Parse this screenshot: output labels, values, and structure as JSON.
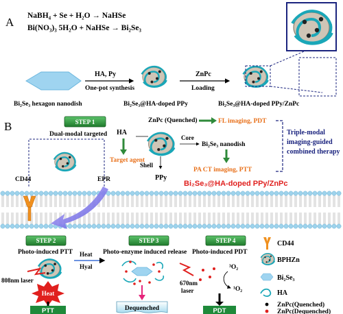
{
  "panel_a": {
    "label": "A",
    "eq1": "NaBH₄ + Se + H₂O → NaHSe",
    "eq2": "Bi(NO₃)₃ 5H₂O + NaHSe → Bi₂Se₃",
    "arrow1_top": "HA,  Py",
    "arrow1_bottom": "One-pot synthesis",
    "arrow2_top": "ZnPc",
    "arrow2_bottom": "Loading",
    "cap1": "Bi₂Se₃ hexagon nanodish",
    "cap2": "Bi₂Se₃@HA-doped PPy",
    "cap3": "Bi₂Se₃@HA-doped PPy/ZnPc"
  },
  "panel_b": {
    "label": "B",
    "step1": "STEP 1",
    "dual_modal": "Dual-modal targeted",
    "cd44": "CD44",
    "epr": "EPR",
    "zn_quenched": "ZnPc (Quenched)",
    "fl_imaging": "FL imaging, PDT",
    "ha": "HA",
    "core": "Core",
    "nanodish": "Bi₂Se₃ nanodish",
    "target_agent": "Target agent",
    "pact": "PA CT imaging, PTT",
    "shell": "Shell",
    "ppy": "PPy",
    "triple1": "Triple-modal",
    "triple2": "imaging-guided",
    "triple3": "combined therapy",
    "product": "Bi₂Se₃@HA-doped PPy/ZnPc",
    "step2": "STEP 2",
    "step2_text": "Photo-induced PTT",
    "laser808": "808nm laser",
    "heat": "Heat",
    "ptt": "PTT",
    "heat_hyal_1": "Heat",
    "heat_hyal_2": "Hyal",
    "step3": "STEP 3",
    "step3_text": "Photo-enzyme induced release",
    "dequenched": "Dequenched",
    "step4": "STEP 4",
    "step4_text": "Photo-induced PDT",
    "laser670_1": "670nm",
    "laser670_2": "laser",
    "o2_triplet": "³O₂",
    "o2_singlet": "¹O₂",
    "pdt": "PDT"
  },
  "legend": {
    "cd44": "CD44",
    "bphzn": "BPHZn",
    "bi2se3": "Bi₂Se₃",
    "ha": "HA",
    "quenched": "ZnPc(Quenched)",
    "dequenched": "ZnPc(Dequenched)"
  },
  "colors": {
    "teal": "#1aa7b8",
    "step_green": "#2f8a3a",
    "orange": "#e8701a",
    "red": "#e0201e",
    "navy": "#1a237e",
    "membrane": "#9ed3ec"
  }
}
